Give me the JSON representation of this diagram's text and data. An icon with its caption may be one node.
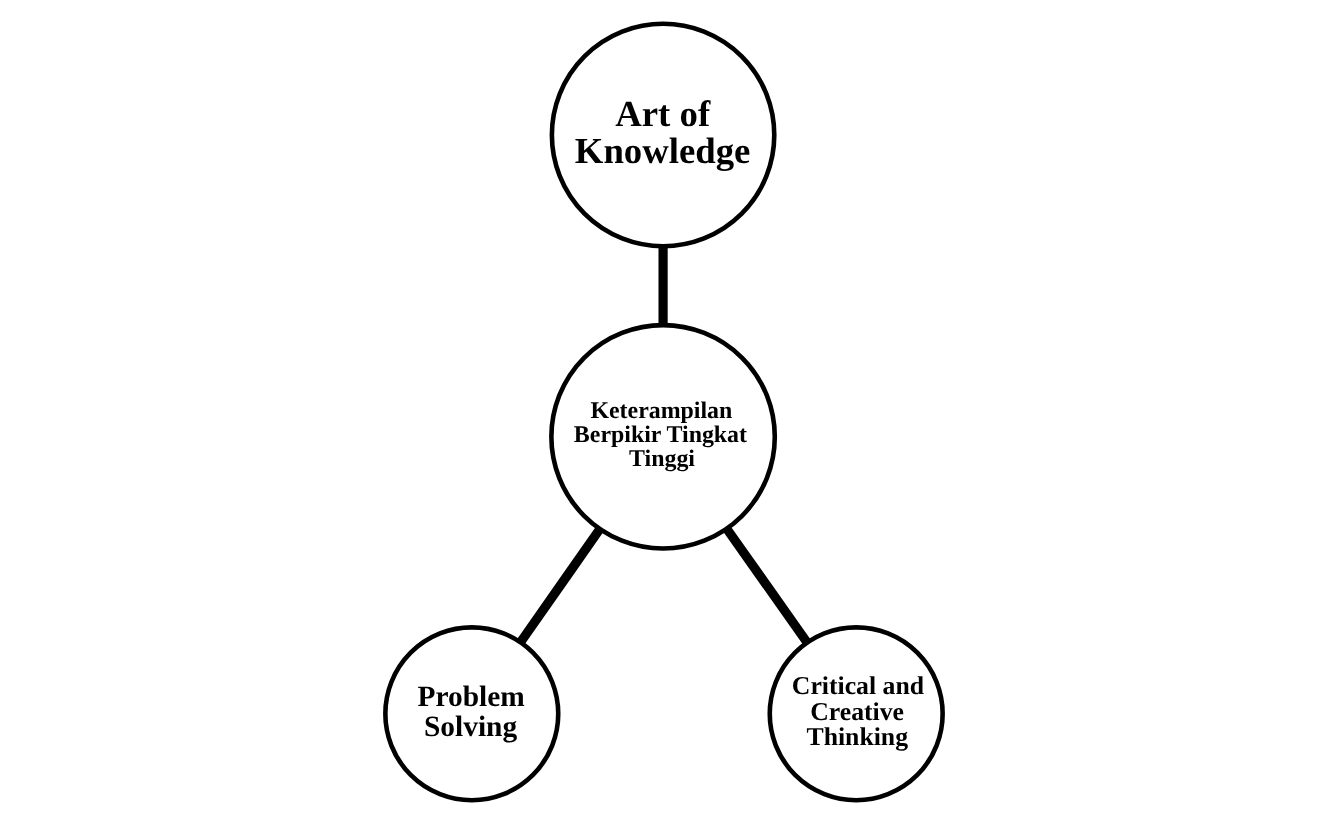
{
  "diagram": {
    "nodes": [
      {
        "text": [
          "Art of Knowledge"
        ]
      },
      {
        "text": [
          "Keterampilan Berpikir Tingkat Tinggi"
        ]
      },
      {
        "text": [
          "Problem Solving"
        ]
      },
      {
        "text": [
          "Critical and Creative Thinking"
        ]
      }
    ],
    "edges": [
      {
        "from": 0,
        "to": 1,
        "arrow": "none"
      },
      {
        "from": 1,
        "to": 2,
        "arrow": "none"
      },
      {
        "from": 1,
        "to": 3,
        "arrow": "none"
      }
    ]
  }
}
